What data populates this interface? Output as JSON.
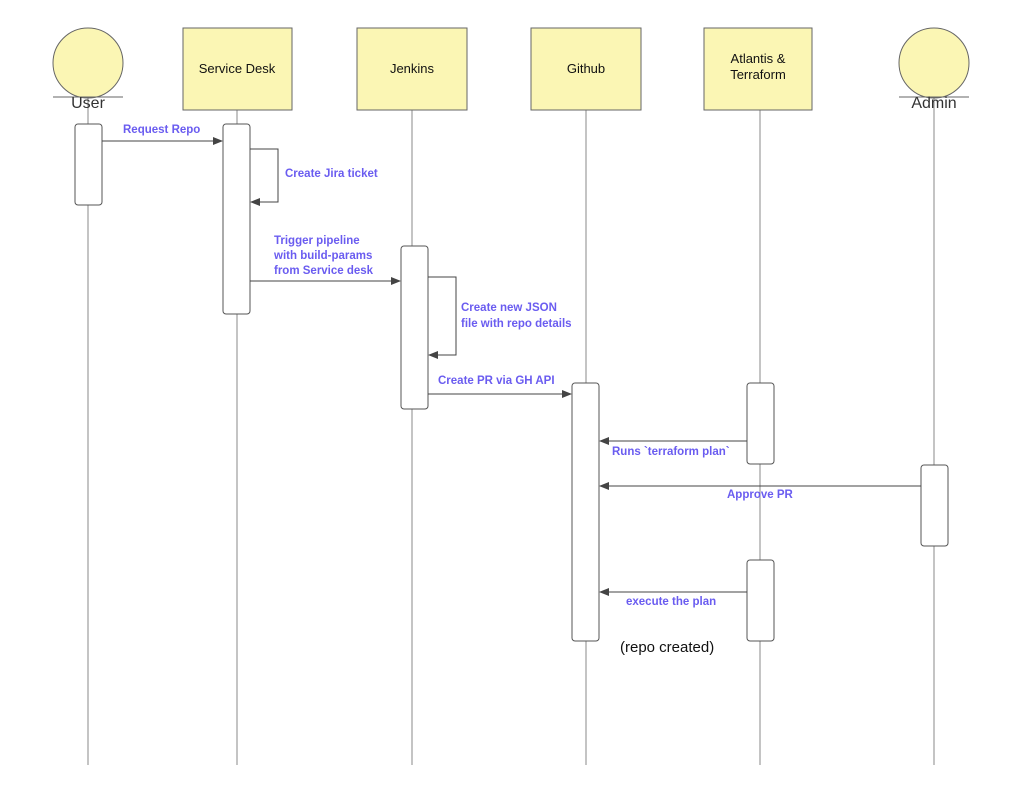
{
  "participants": {
    "user": "User",
    "service_desk": "Service Desk",
    "jenkins": "Jenkins",
    "github": "Github",
    "atlantis_line1": "Atlantis &",
    "atlantis_line2": "Terraform",
    "admin": "Admin"
  },
  "messages": {
    "request_repo": "Request Repo",
    "create_jira": "Create Jira ticket",
    "trigger_1": "Trigger pipeline",
    "trigger_2": "with build-params",
    "trigger_3": "from Service desk",
    "json_1": "Create new JSON",
    "json_2": "file with repo details",
    "create_pr": "Create PR via GH API",
    "terraform_plan": "Runs `terraform plan`",
    "approve_pr": "Approve PR",
    "execute_plan": "execute the plan"
  },
  "notes": {
    "repo_created": "(repo created)"
  },
  "colors": {
    "box_fill": "#fbf6b4",
    "message_text": "#6a5cf0"
  }
}
